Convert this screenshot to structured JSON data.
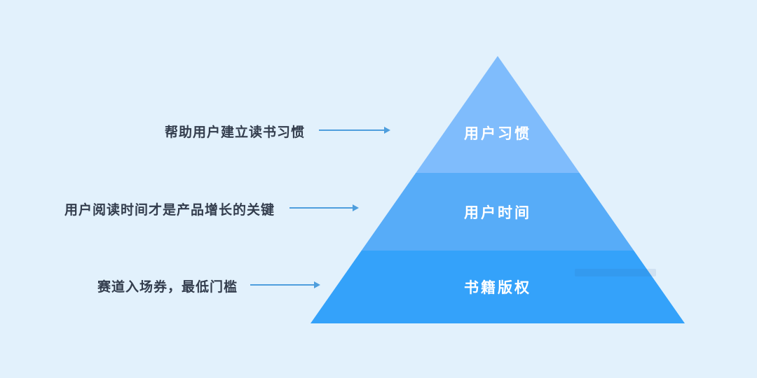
{
  "diagram": {
    "type": "pyramid",
    "levels": [
      {
        "label": "用户习惯",
        "annotation": "帮助用户建立读书习惯",
        "color": "#7fbcfc"
      },
      {
        "label": "用户时间",
        "annotation": "用户阅读时间才是产品增长的关键",
        "color": "#57acf8"
      },
      {
        "label": "书籍版权",
        "annotation": "赛道入场券，最低门槛",
        "color": "#34a2fa"
      }
    ],
    "colors": {
      "background": "#e2f1fc",
      "arrow": "#4e9edd",
      "annotation_text": "#333d4d",
      "level_text": "#ffffff"
    }
  }
}
